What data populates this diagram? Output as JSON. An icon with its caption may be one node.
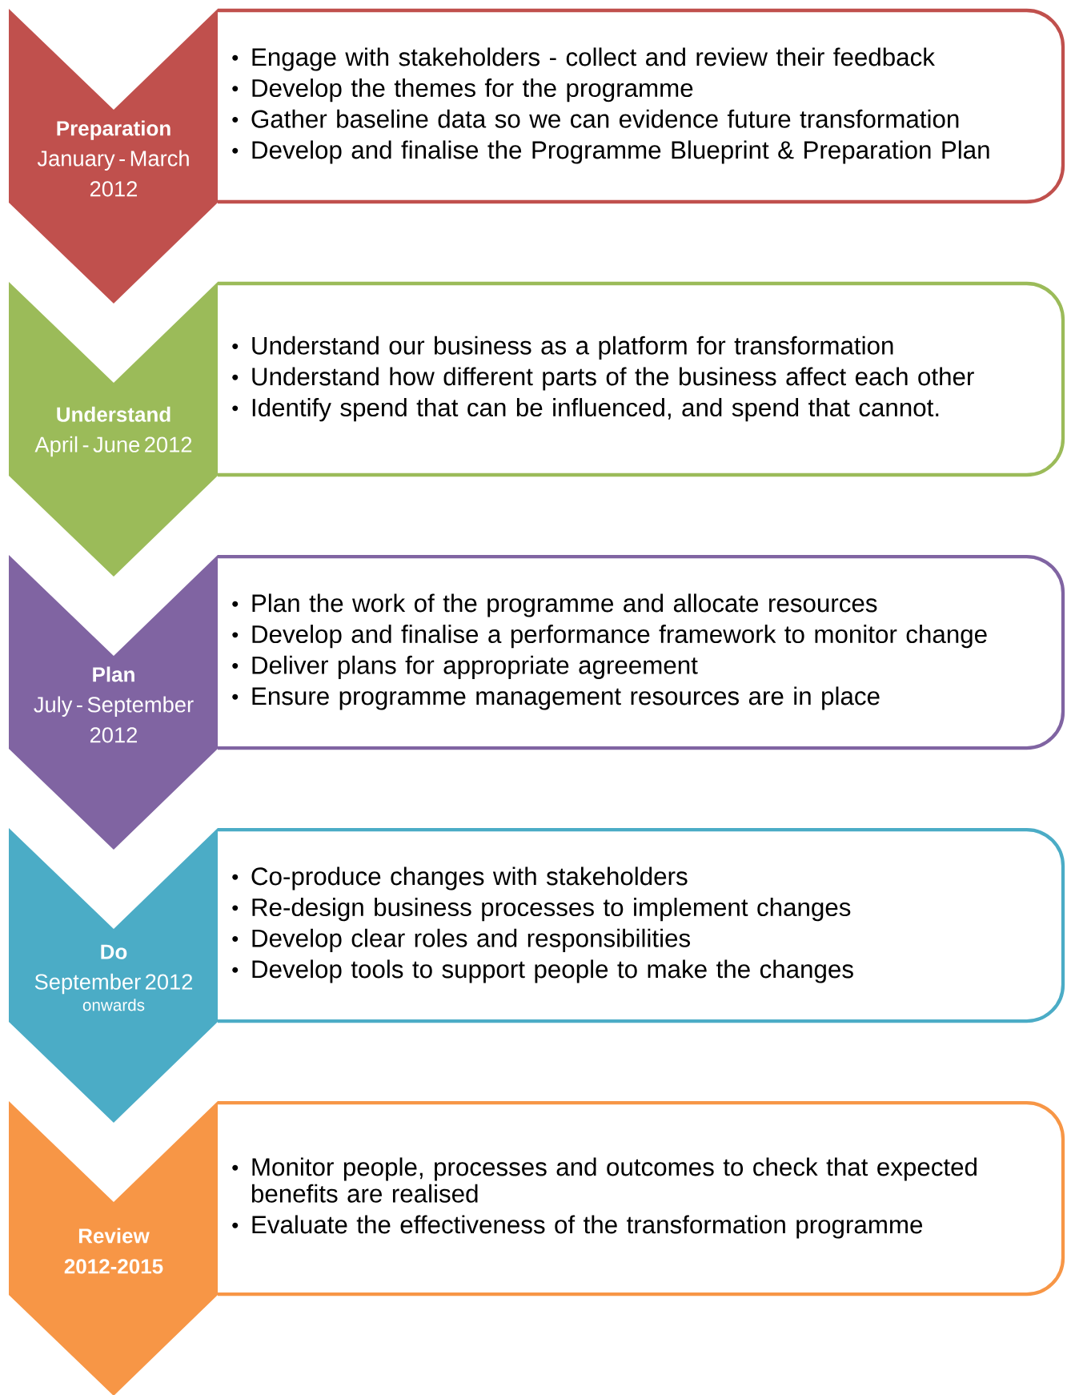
{
  "diagram": {
    "nodes": [
      {
        "text": [
          "Preparation",
          "January - March 2012"
        ]
      },
      {
        "text": [
          "Engage with stakeholders - collect and review their feedback",
          "Develop the themes for the programme",
          "Gather baseline data so we can evidence future transformation",
          "Develop and finalise the Programme Blueprint & Preparation Plan"
        ]
      },
      {
        "text": [
          "Understand",
          "April - June 2012"
        ]
      },
      {
        "text": [
          "Understand our business as a platform for transformation",
          "Understand how different parts of the business affect each other",
          "Identify spend that can be influenced, and spend that cannot."
        ]
      },
      {
        "text": [
          "Plan",
          "July - September 2012"
        ]
      },
      {
        "text": [
          "Plan the work of the programme and allocate resources",
          "Develop and finalise a performance framework to monitor change",
          "Deliver plans for appropriate agreement",
          "Ensure programme management resources are in place"
        ]
      },
      {
        "text": [
          "Do",
          "September 2012",
          "onwards"
        ]
      },
      {
        "text": [
          "Co-produce changes with stakeholders",
          "Re-design business processes to implement changes",
          "Develop clear roles and responsibilities",
          "Develop tools to support people to make the changes"
        ]
      },
      {
        "text": [
          "Review",
          "2012-2015"
        ]
      },
      {
        "text": [
          "Monitor people, processes and outcomes to check that expected benefits are realised",
          "Evaluate the effectiveness of the transformation programme"
        ]
      }
    ]
  }
}
